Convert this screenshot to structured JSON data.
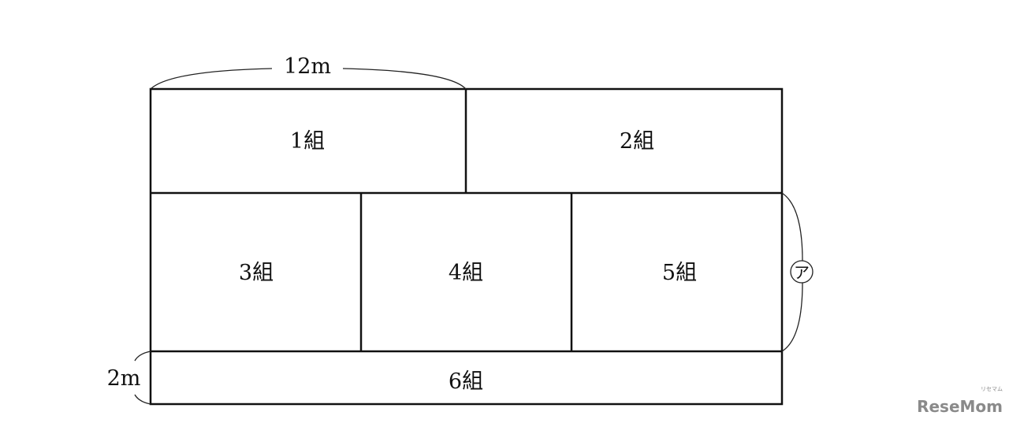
{
  "diagram": {
    "regions": [
      {
        "id": "1",
        "label": "1組"
      },
      {
        "id": "2",
        "label": "2組"
      },
      {
        "id": "3",
        "label": "3組"
      },
      {
        "id": "4",
        "label": "4組"
      },
      {
        "id": "5",
        "label": "5組"
      },
      {
        "id": "6",
        "label": "6組"
      }
    ],
    "dimensions": {
      "top_width": "12m",
      "bottom_height": "2m",
      "unknown_height": "ア"
    },
    "line_color": "#111111"
  },
  "watermark": {
    "text": "ReseMom",
    "subtext": "リセマム"
  }
}
